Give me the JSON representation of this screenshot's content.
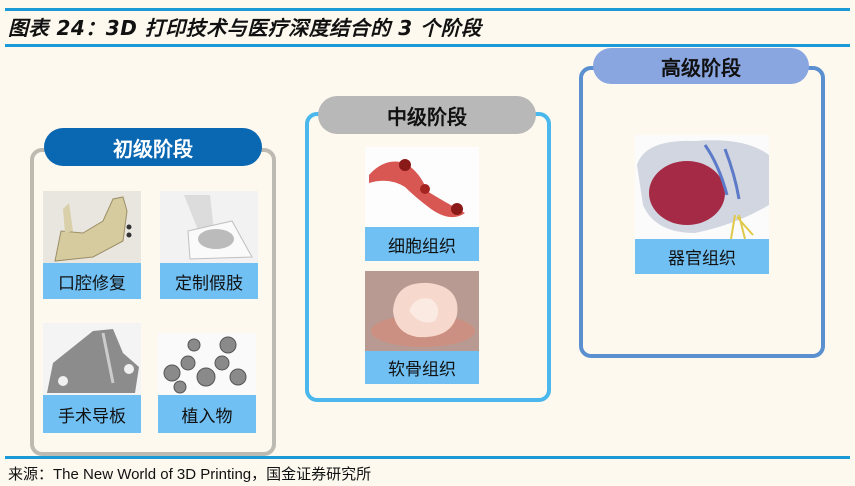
{
  "figure": {
    "title": "图表 24：3D 打印技术与医疗深度结合的 3 个阶段",
    "source": "来源：The New World of 3D Printing，国金证券研究所"
  },
  "colors": {
    "rule": "#1a9bd7",
    "primary_header": "#0a67b2",
    "intermediate_header": "#b8b8b8",
    "advanced_header": "#8aa6e0",
    "label_bg": "#70c0f4",
    "primary_border": "#b8b5ae",
    "intermediate_border": "#4ab8ec",
    "advanced_border": "#5a8fd0"
  },
  "stages": [
    {
      "name": "初级阶段",
      "items": [
        {
          "label": "口腔修复",
          "image": "jawbone-model"
        },
        {
          "label": "定制假肢",
          "image": "prosthetic-limb"
        },
        {
          "label": "手术导板",
          "image": "surgical-guide"
        },
        {
          "label": "植入物",
          "image": "implants"
        }
      ]
    },
    {
      "name": "中级阶段",
      "items": [
        {
          "label": "细胞组织",
          "image": "cell-tissue"
        },
        {
          "label": "软骨组织",
          "image": "cartilage-ear"
        }
      ]
    },
    {
      "name": "高级阶段",
      "items": [
        {
          "label": "器官组织",
          "image": "organ-liver"
        }
      ]
    }
  ]
}
